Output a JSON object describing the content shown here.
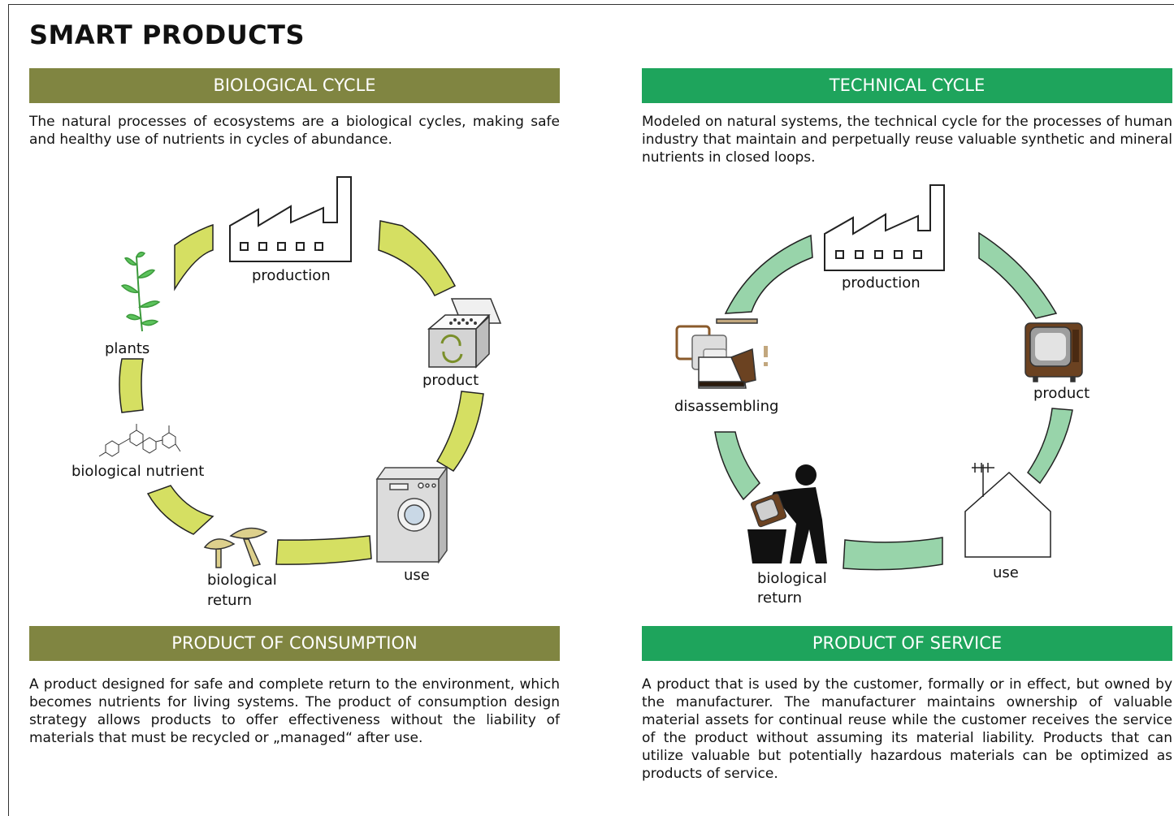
{
  "page_title": "SMART PRODUCTS",
  "biological": {
    "heading": "BIOLOGICAL CYCLE",
    "description": "The natural processes of ecosystems are a biological cycles, making safe and healthy use of nutrients in cycles of abundance.",
    "labels": {
      "production": "production",
      "product": "product",
      "use": "use",
      "return_line1": "biological",
      "return_line2": "return",
      "nutrient": "biological nutrient",
      "plants": "plants"
    },
    "colors": {
      "banner": "#808541",
      "arc": "#d5df62"
    }
  },
  "technical": {
    "heading": "TECHNICAL CYCLE",
    "description": "Modeled on natural systems, the technical cycle for the processes of human industry that maintain and perpetually reuse valuable synthetic and mineral nutrients in closed loops.",
    "labels": {
      "production": "production",
      "product": "product",
      "use": "use",
      "return_line1": "biological",
      "return_line2": "return",
      "disassembling": "disassembling"
    },
    "colors": {
      "banner": "#1ea45c",
      "arc": "#98d4aa"
    }
  },
  "consumption": {
    "heading": "PRODUCT OF CONSUMPTION",
    "description": "A product designed for safe and complete return to the environment, which becomes nutrients for living systems. The product of consumption design strategy allows products to offer effectiveness without the liability of materials that must be recycled or „managed“ after use."
  },
  "service": {
    "heading": "PRODUCT OF SERVICE",
    "description": "A product that is used by the customer, formally or in effect, but owned by the manufacturer. The manufacturer maintains ownership of valuable material assets for continual reuse while the customer receives the service of the product without assuming its material liability. Products that can utilize valuable but potentially hazardous materials can be optimized as products of service."
  },
  "icons": [
    "factory-icon",
    "recycle-box-icon",
    "washing-machine-icon",
    "mushroom-icon",
    "molecule-icon",
    "plant-icon",
    "television-icon",
    "house-antenna-icon",
    "trash-person-icon",
    "disassembled-tv-icon"
  ]
}
